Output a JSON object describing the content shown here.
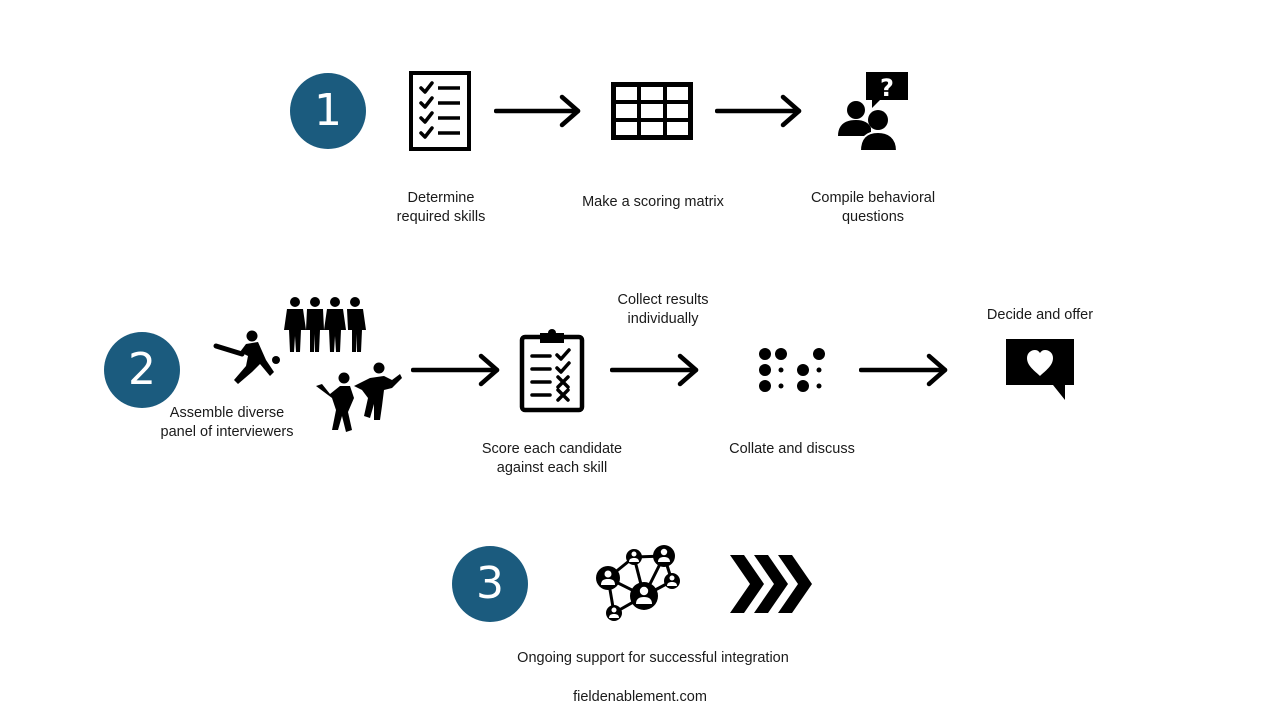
{
  "colors": {
    "step_circle": "#1b5b7e",
    "icon": "#000000",
    "text": "#1a1a1a",
    "background": "#ffffff"
  },
  "step1": {
    "number": "1",
    "items": [
      {
        "icon": "checklist-icon",
        "label_line1": "Determine",
        "label_line2": "required skills"
      },
      {
        "icon": "table-grid-icon",
        "label_line1": "Make a scoring matrix"
      },
      {
        "icon": "people-question-icon",
        "label_line1": "Compile behavioral",
        "label_line2": "questions"
      }
    ]
  },
  "step2": {
    "number": "2",
    "items": [
      {
        "icon": "diverse-people-icon",
        "label_line1": "Assemble diverse",
        "label_line2": "panel of interviewers"
      },
      {
        "icon": "clipboard-checklist-icon",
        "label_line1": "Score each candidate",
        "label_line2": "against each skill"
      },
      {
        "icon": "braille-dots-icon",
        "top_label_line1": "Collect results",
        "top_label_line2": "individually",
        "label_line1": "Collate and discuss"
      },
      {
        "icon": "heart-speech-bubble-icon",
        "label_line1": "Decide and offer"
      }
    ]
  },
  "step3": {
    "number": "3",
    "items": [
      {
        "icon": "network-people-icon"
      },
      {
        "icon": "triple-chevron-icon"
      }
    ],
    "label": "Ongoing support for successful integration"
  },
  "footer": {
    "website": "fieldenablement.com"
  }
}
